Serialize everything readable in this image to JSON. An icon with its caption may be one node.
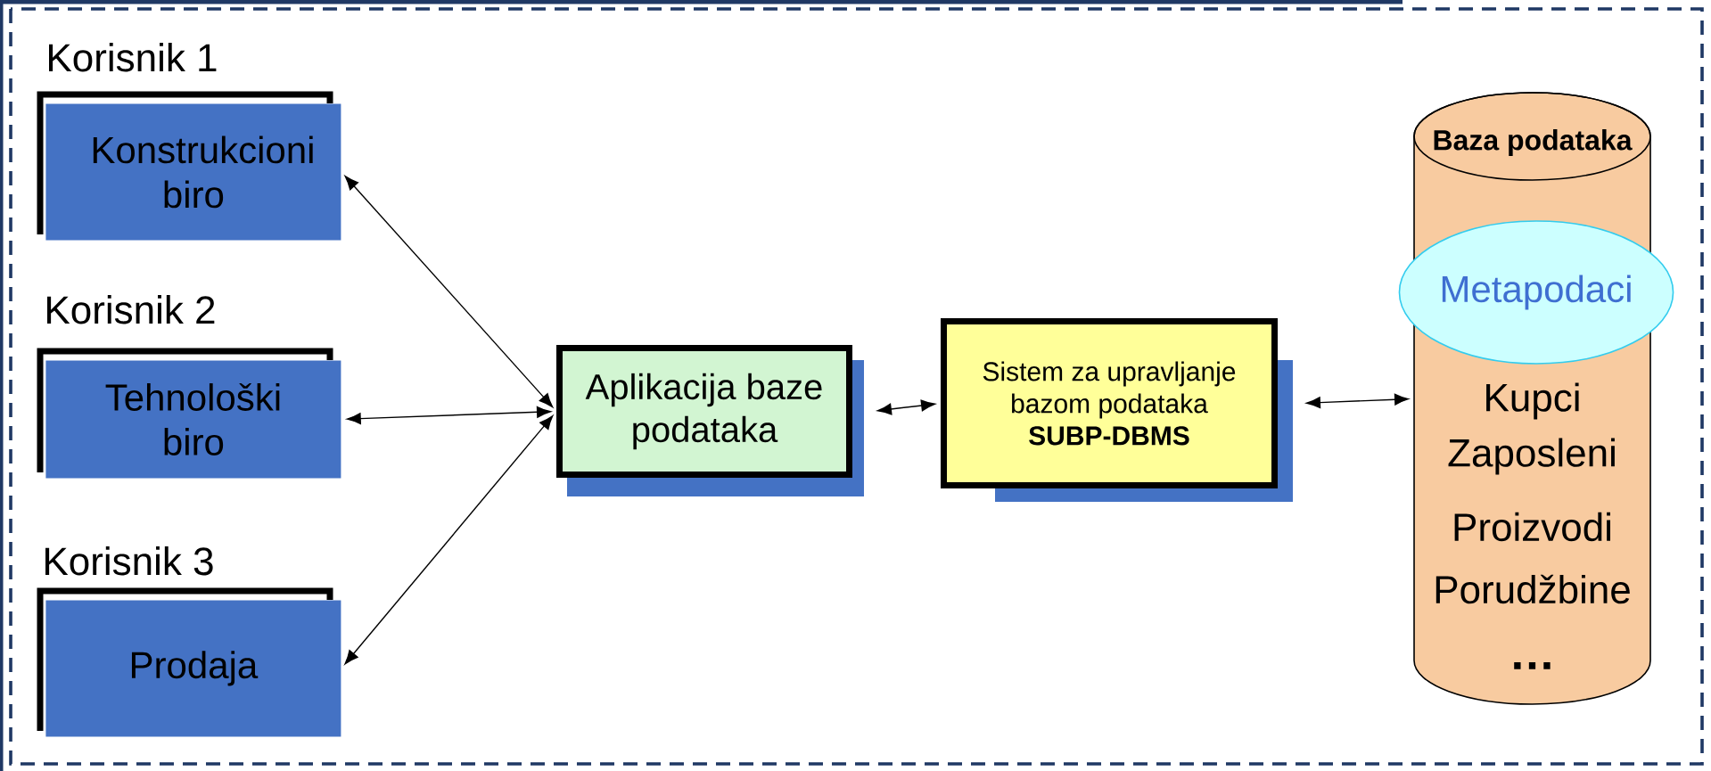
{
  "diagram": {
    "nodes": [
      {
        "text": [
          "Korisnik 1",
          "Konstrukcioni biro"
        ]
      },
      {
        "text": [
          "Korisnik 2",
          "Tehnološki biro"
        ]
      },
      {
        "text": [
          "Korisnik 3",
          "Prodaja"
        ]
      },
      {
        "text": [
          "Aplikacija baze podataka"
        ]
      },
      {
        "text": [
          "Sistem za upravljanje bazom podataka",
          "SUBP-DBMS"
        ]
      },
      {
        "text": [
          "Baza podataka",
          "Kupci",
          "Zaposleni",
          "Proizvodi",
          "Porudžbine",
          "…"
        ]
      },
      {
        "text": [
          "Metapodaci"
        ],
        "in": 5
      }
    ],
    "edges": [
      {
        "from": 3,
        "to": 0,
        "arrow": "both"
      },
      {
        "from": 3,
        "to": 1,
        "arrow": "both"
      },
      {
        "from": 3,
        "to": 2,
        "arrow": "both"
      },
      {
        "from": 3,
        "to": 4,
        "arrow": "both"
      },
      {
        "from": 4,
        "to": 5,
        "arrow": "both"
      }
    ]
  }
}
